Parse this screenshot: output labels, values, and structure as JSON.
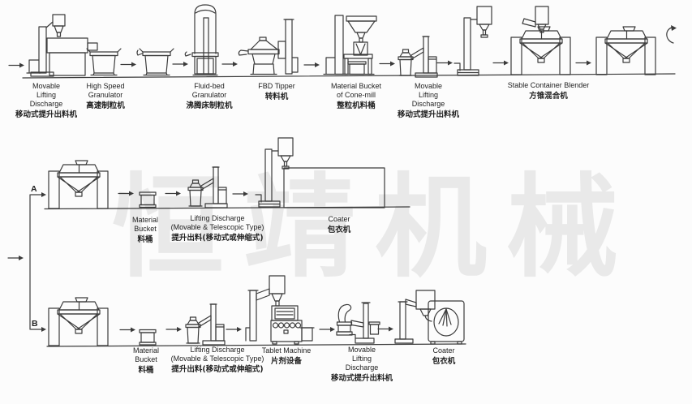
{
  "watermark": "恒靖机械",
  "branch": {
    "a": "A",
    "b": "B"
  },
  "colors": {
    "line": "#3b3b3b",
    "text": "#1f1f1f",
    "watermark": "#e9e9e9",
    "background": "#fcfcfc"
  },
  "top_row": {
    "stations": [
      {
        "en": [
          "Movable",
          "Lifting",
          "Discharge"
        ],
        "zh": "移动式提升出料机"
      },
      {
        "en": [
          "High Speed",
          "Granulator"
        ],
        "zh": "高速制粒机"
      },
      {
        "en": [
          "Fluid-bed",
          "Granulator"
        ],
        "zh": "沸腾床制粒机"
      },
      {
        "en": [
          "FBD Tipper"
        ],
        "zh": "转料机"
      },
      {
        "en": [
          "Material Bucket",
          "of Cone-mill"
        ],
        "zh": "整粒机料桶"
      },
      {
        "en": [
          "Movable",
          "Lifting",
          "Discharge"
        ],
        "zh": "移动式提升出料机"
      },
      {
        "en": [
          "Stable Container Blender"
        ],
        "zh": "方锥混合机"
      }
    ]
  },
  "row_a": {
    "stations": [
      {
        "en": [
          "Material",
          "Bucket"
        ],
        "zh": "料桶"
      },
      {
        "en": [
          "Lifting Discharge",
          "(Movable & Telescopic Type)"
        ],
        "zh": "提升出料(移动式或伸缩式)"
      },
      {
        "en": [
          "Coater"
        ],
        "zh": "包衣机"
      }
    ]
  },
  "row_b": {
    "stations": [
      {
        "en": [
          "Material",
          "Bucket"
        ],
        "zh": "料桶"
      },
      {
        "en": [
          "Lifting Discharge",
          "(Movable & Telescopic Type)"
        ],
        "zh": "提升出料(移动式或伸缩式)"
      },
      {
        "en": [
          "Tablet Machine"
        ],
        "zh": "片剂设备"
      },
      {
        "en": [
          "Movable",
          "Lifting",
          "Discharge"
        ],
        "zh": "移动式提升出料机"
      },
      {
        "en": [
          "Coater"
        ],
        "zh": "包衣机"
      }
    ]
  }
}
